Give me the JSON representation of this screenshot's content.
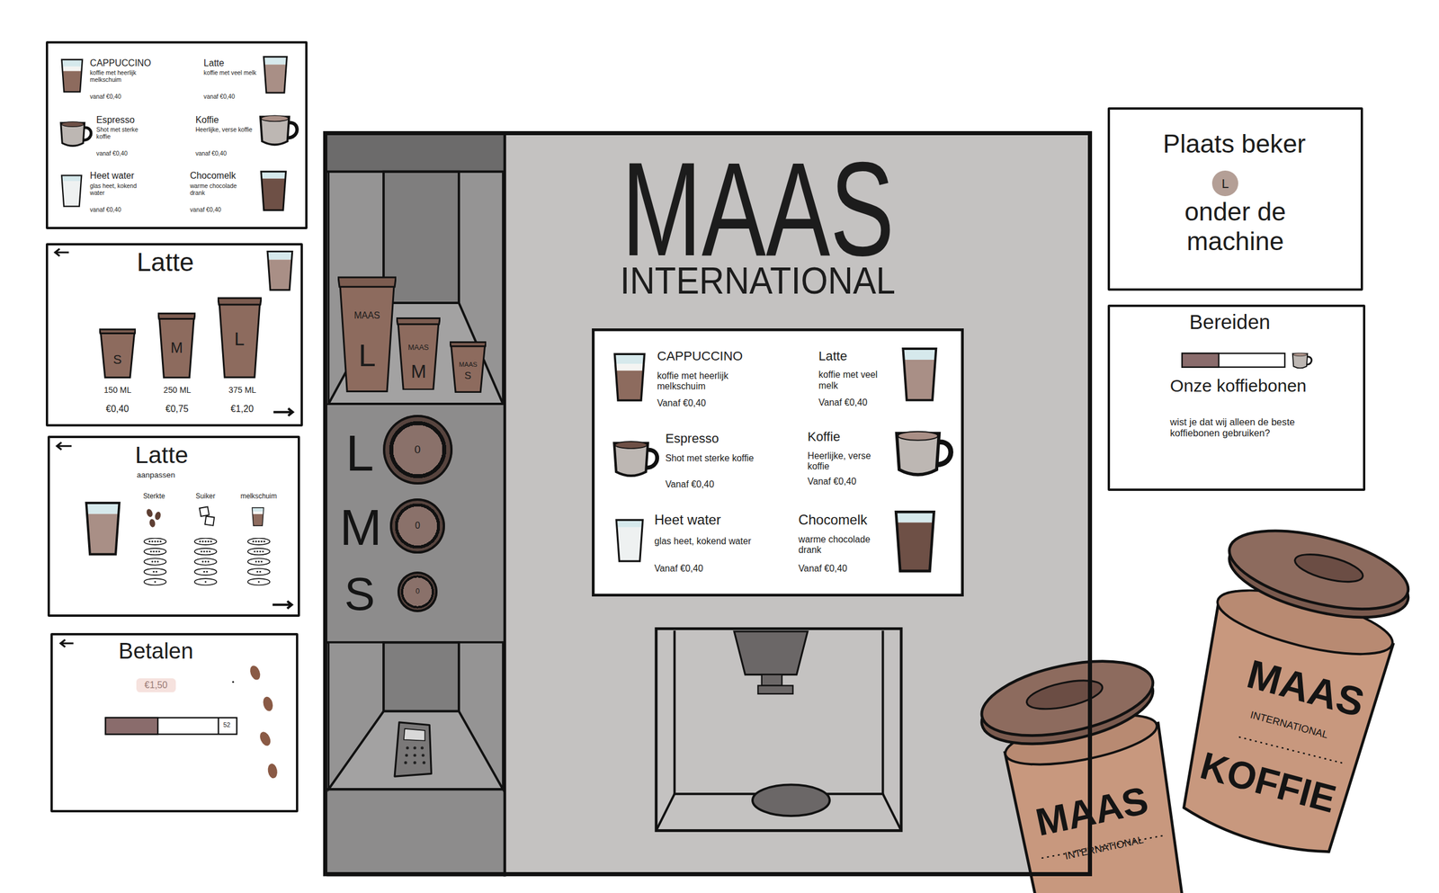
{
  "diagram": {
    "nodes": [
      {
        "text": [
          "CAPPUCCINO",
          "koffie met heerlijk melkschuim",
          "vanaf €0,40",
          "Latte",
          "koffie met veel melk",
          "vanaf €0,40",
          "Espresso",
          "Shot met sterke koffie",
          "vanaf €0,40",
          "Koffie",
          "Heerlijke, verse koffie",
          "vanaf €0,40",
          "Heet water",
          "glas heet, kokend water",
          "vanaf €0,40",
          "Chocomelk",
          "warme chocolade drank",
          "vanaf €0,40"
        ]
      },
      {
        "text": [
          "Latte",
          "150 ML",
          "€0,40",
          "250 ML",
          "€0,75",
          "375 ML",
          "€1,20"
        ]
      },
      {
        "text": [
          "S"
        ],
        "in": 1
      },
      {
        "text": [
          "M"
        ],
        "in": 1
      },
      {
        "text": [
          "L"
        ],
        "in": 1
      },
      {
        "text": [
          "Latte",
          "aanpassen",
          "Sterkte",
          "Suiker",
          "melkschuim"
        ]
      },
      {
        "text": [
          "Betalen",
          "€1,50",
          "52"
        ]
      },
      {
        "text": [
          "MAAS",
          "INTERNATIONAL"
        ]
      },
      {
        "text": [
          "MAAS",
          "L"
        ],
        "in": 7
      },
      {
        "text": [
          "MAAS",
          "M"
        ],
        "in": 7
      },
      {
        "text": [
          "MAAS",
          "S"
        ],
        "in": 7
      },
      {
        "text": [
          "0"
        ],
        "in": 7
      },
      {
        "text": [
          "0"
        ],
        "in": 7
      },
      {
        "text": [
          "0"
        ],
        "in": 7
      },
      {
        "text": [
          "CAPPUCCINO",
          "koffie met heerlijk melkschuim",
          "Vanaf €0,40",
          "Latte",
          "koffie met veel melk",
          "Vanaf €0,40",
          "Espresso",
          "Shot met sterke koffie",
          "Vanaf €0,40",
          "Koffie",
          "Heerlijke, verse koffie",
          "Vanaf €0,40",
          "Heet water",
          "glas heet, kokend water",
          "Vanaf €0,40",
          "Chocomelk",
          "warme chocolade drank",
          "Vanaf €0,40"
        ],
        "in": 7
      },
      {
        "text": [
          "Plaats beker",
          "onder de machine"
        ]
      },
      {
        "text": [
          "L"
        ],
        "in": 15
      },
      {
        "text": [
          "Bereiden",
          "Onze koffiebonen",
          "wist je dat wij alleen de beste koffiebonen gebruiken?"
        ]
      }
    ],
    "labels": [
      "L",
      "M",
      "S",
      "MAAS",
      "INTERNATIONAL",
      "MAAS",
      "INTERNATIONAL",
      "KOFFIE"
    ]
  }
}
